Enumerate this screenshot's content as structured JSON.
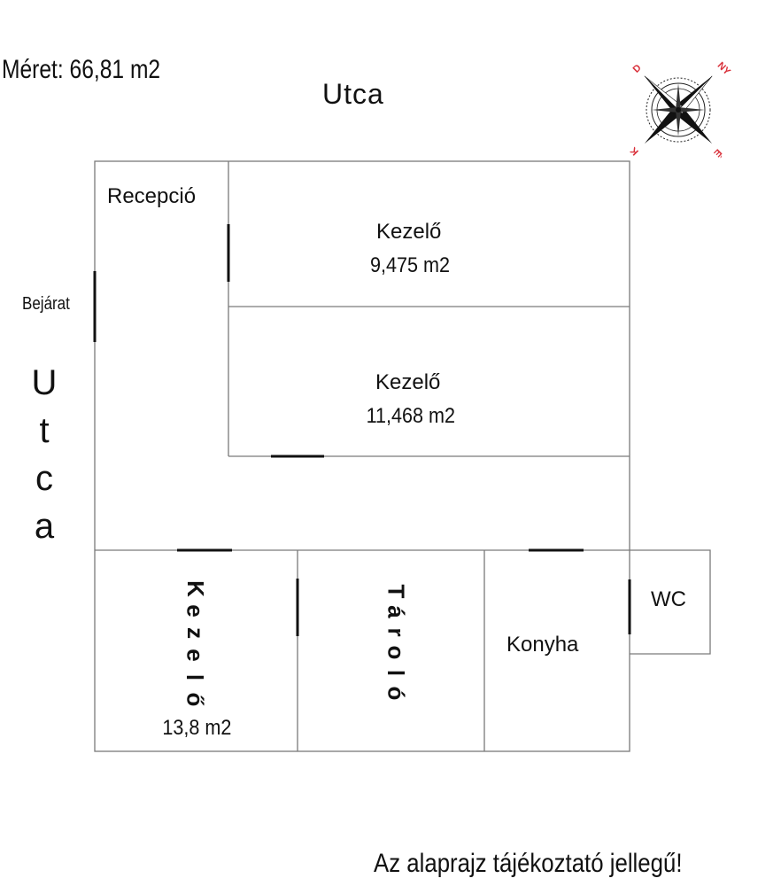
{
  "header": {
    "size_label": "Méret: 66,81 m2",
    "street_top": "Utca"
  },
  "street_left": [
    "U",
    "t",
    "c",
    "a"
  ],
  "entrance_label": "Bejárat",
  "rooms": {
    "reception": {
      "name": "Recepció"
    },
    "treatment1": {
      "name": "Kezelő",
      "area": "9,475 m2"
    },
    "treatment2": {
      "name": "Kezelő",
      "area": "11,468 m2"
    },
    "treatment3": {
      "name_letters": [
        "K",
        "e",
        "z",
        "e",
        "l",
        "ő"
      ],
      "area": "13,8 m2"
    },
    "storage": {
      "name_letters": [
        "T",
        "á",
        "r",
        "o",
        "l",
        "ó"
      ]
    },
    "kitchen": {
      "name": "Konyha"
    },
    "wc": {
      "name": "WC"
    }
  },
  "compass": {
    "letters": [
      "D",
      "NY",
      "K",
      "É"
    ],
    "color": "#d9303a"
  },
  "footer": {
    "disclaimer": "Az alaprajz tájékoztató jellegű!"
  }
}
